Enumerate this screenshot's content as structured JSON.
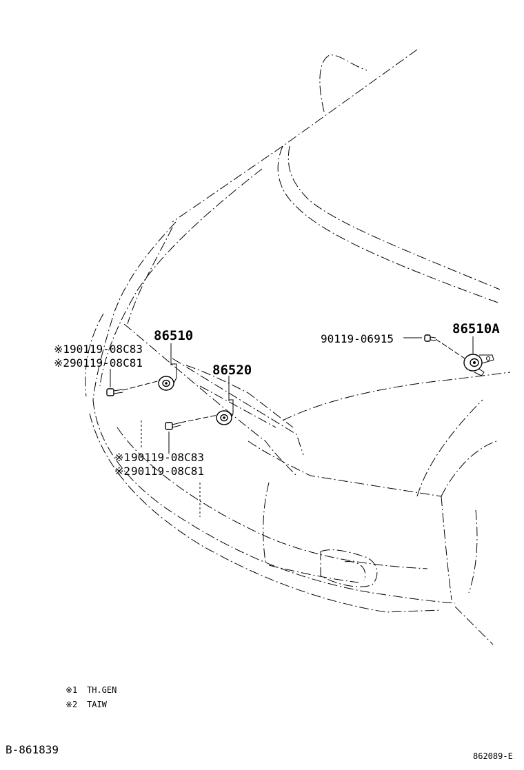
{
  "parts": {
    "horn_left": "86510",
    "horn_mid": "86520",
    "horn_right": "86510A",
    "bolt_right": "90119-06915",
    "bolt_upper_1": "90119-08C83",
    "bolt_upper_2": "90119-08C81",
    "bolt_lower_1": "90119-08C83",
    "bolt_lower_2": "90119-08C81"
  },
  "marks": {
    "m1": "※1",
    "m2": "※2"
  },
  "legend": [
    {
      "mark": "※1",
      "text": "TH.GEN"
    },
    {
      "mark": "※2",
      "text": "TAIW"
    }
  ],
  "footer": {
    "left_code": "B-861839",
    "right_code": "862089-E"
  }
}
